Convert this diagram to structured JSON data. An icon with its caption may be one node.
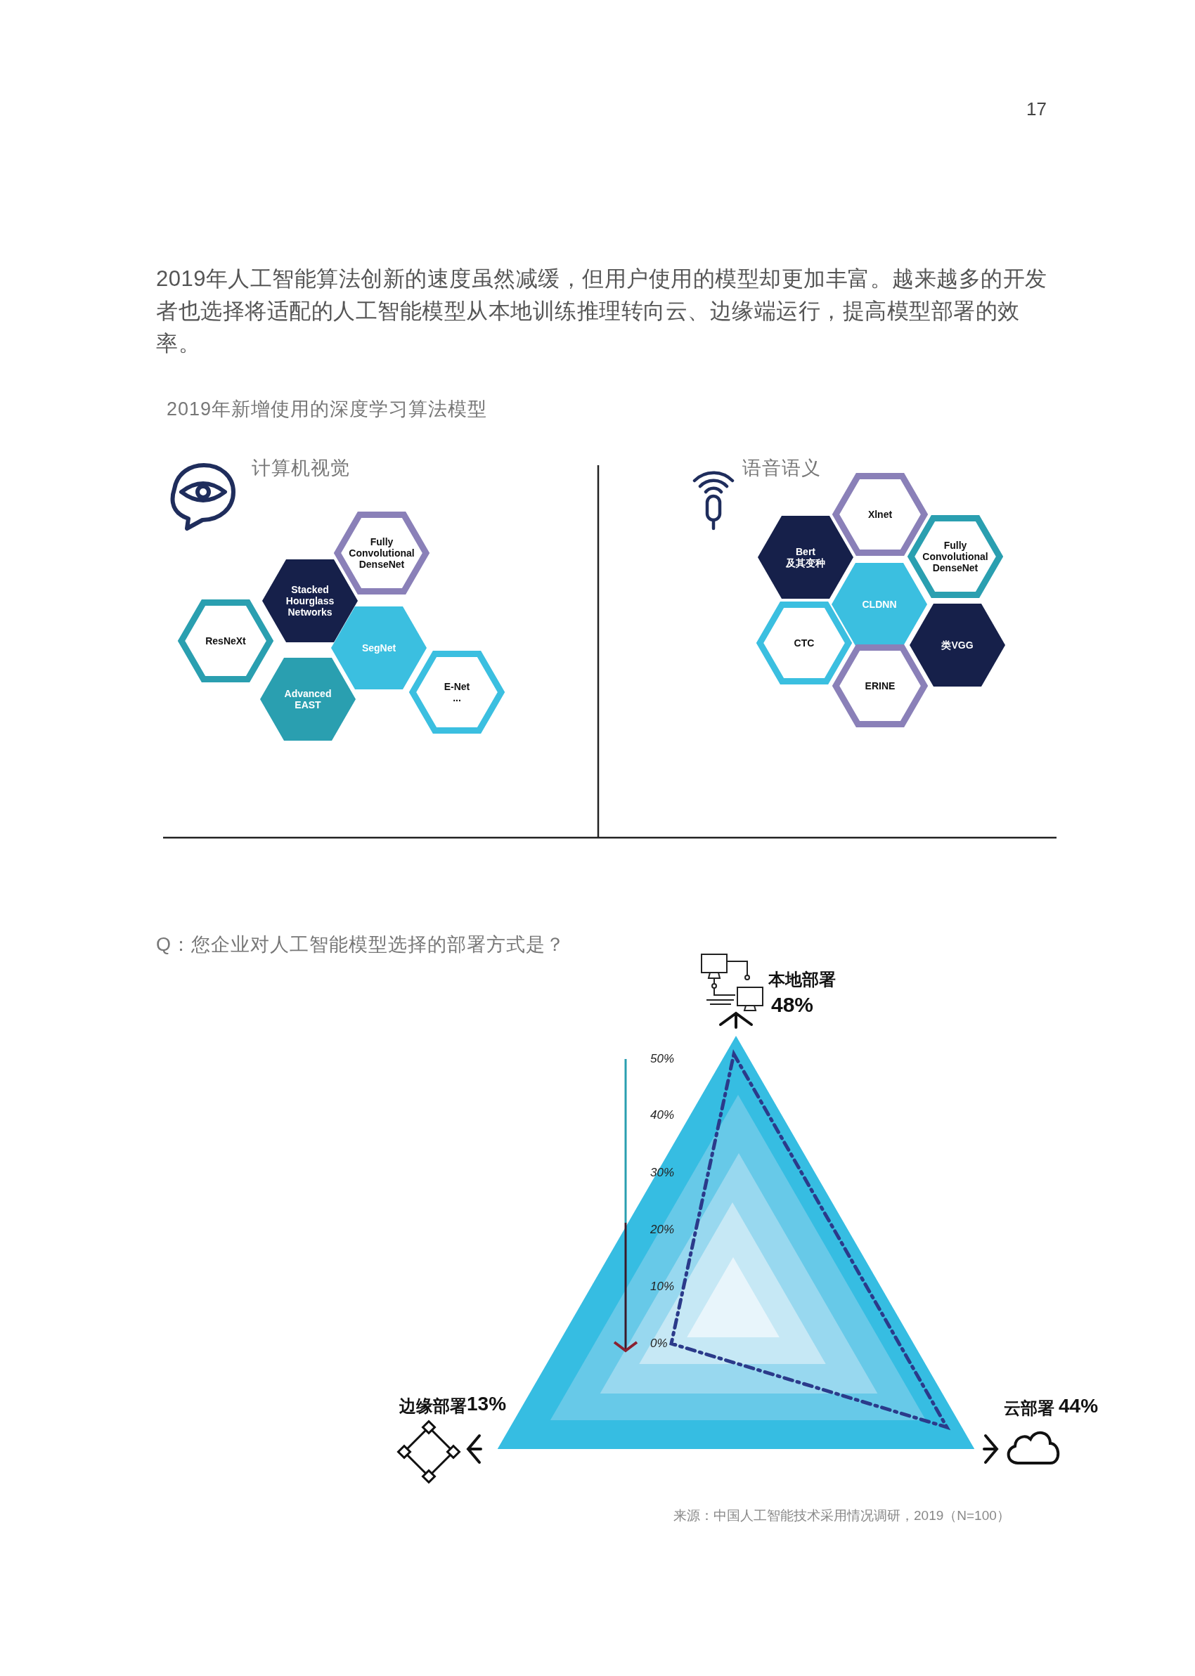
{
  "diagram": {
    "nodes": [
      {
        "text": [
          "Fully Convolutional DenseNet"
        ]
      },
      {
        "text": [
          "Stacked Hourglass Networks"
        ]
      },
      {
        "text": [
          "ResNeXt"
        ]
      },
      {
        "text": [
          "SegNet"
        ]
      },
      {
        "text": [
          "Advanced EAST"
        ]
      },
      {
        "text": [
          "E-Net ..."
        ]
      },
      {
        "text": [
          "Xlnet"
        ]
      },
      {
        "text": [
          "Bert 及其变种"
        ]
      },
      {
        "text": [
          "Fully Convolutional DenseNet"
        ]
      },
      {
        "text": [
          "CLDNN"
        ]
      },
      {
        "text": [
          "CTC"
        ]
      },
      {
        "text": [
          "类VGG"
        ]
      },
      {
        "text": [
          "ERINE"
        ]
      }
    ],
    "edges": [],
    "labels": [
      "17",
      "2019年人工智能算法创新的速度虽然减缓，但用户使用的模型却更加丰富。越来越多的开发者也选择将适配的人工智能模型从本地训练推理转向云、边缘端运行，提高模型部署的效率。",
      "2019年新增使用的深度学习算法模型",
      "计算机视觉",
      "语音语义",
      "Q：您企业对人工智能模型选择的部署方式是？",
      "本地部署",
      "48%",
      "50%",
      "40%",
      "30%",
      "20%",
      "10%",
      "0%",
      "边缘部署",
      "13%",
      "云部署",
      "44%",
      "来源：中国人工智能技术采用情况调研，2019（N=100）"
    ]
  }
}
